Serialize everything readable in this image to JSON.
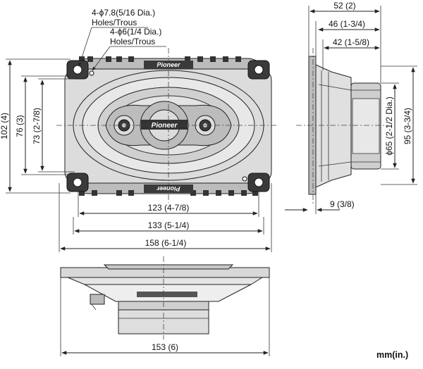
{
  "front_view": {
    "note_hole_a": "4-ϕ7.8(5/16 Dia.)",
    "note_hole_a_sub": "Holes/Trous",
    "note_hole_b": "4-ϕ6(1/4 Dia.)",
    "note_hole_b_sub": "Holes/Trous",
    "brand_top": "Pioneer",
    "brand_center": "Pioneer",
    "brand_bottom": "Pioneer",
    "dim_height_outer": "102 (4)",
    "dim_height_mid": "76 (3)",
    "dim_height_inner": "73 (2-7/8)",
    "dim_width_inner": "123 (4-7/8)",
    "dim_width_mid": "133 (5-1/4)",
    "dim_width_outer": "158 (6-1/4)"
  },
  "side_view": {
    "dim_depth_total": "52 (2)",
    "dim_depth_mid": "46 (1-3/4)",
    "dim_depth_inner": "42 (1-5/8)",
    "dim_magnet_dia": "ϕ65 (2-1/2 Dia.)",
    "dim_height": "95 (3-3/4)",
    "dim_flange": "9 (3/8)"
  },
  "bottom_view": {
    "dim_width": "153 (6)"
  },
  "units": "mm(in.)"
}
